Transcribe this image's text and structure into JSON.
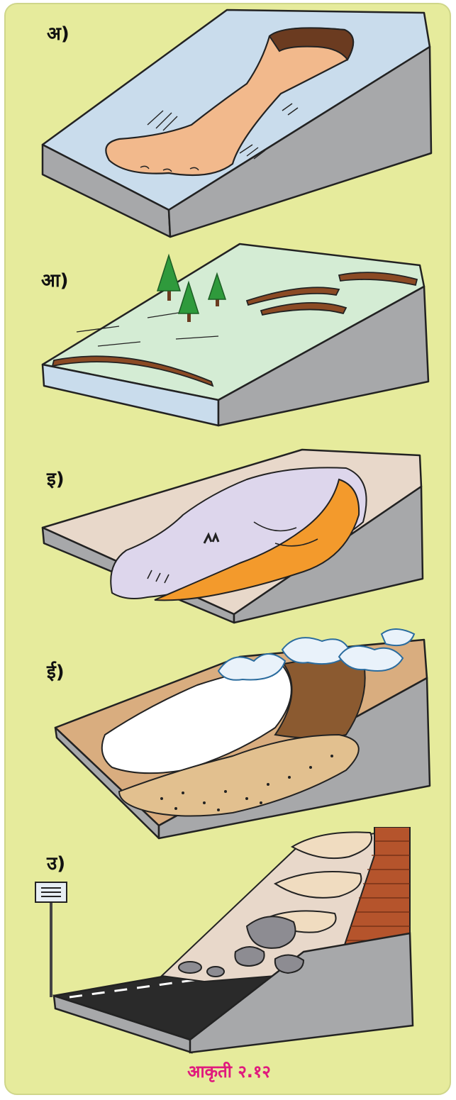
{
  "figure": {
    "panels": [
      {
        "label": "अ)"
      },
      {
        "label": "आ)"
      },
      {
        "label": "इ)"
      },
      {
        "label": "ई)"
      },
      {
        "label": "उ)"
      }
    ],
    "caption": "आकृती २.१२"
  },
  "colors": {
    "background": "#e6eb9c",
    "caption": "#e0197d",
    "slope_face": "#a7a8aa",
    "mud": "#f2b98c",
    "water": "#c9dcec",
    "grass": "#d4ecd4",
    "flow_orange": "#f39a2c",
    "debris_lilac": "#ddd6ec",
    "soil": "#d9ad7f",
    "brick": "#b5542c",
    "road": "#2a2a2a"
  }
}
